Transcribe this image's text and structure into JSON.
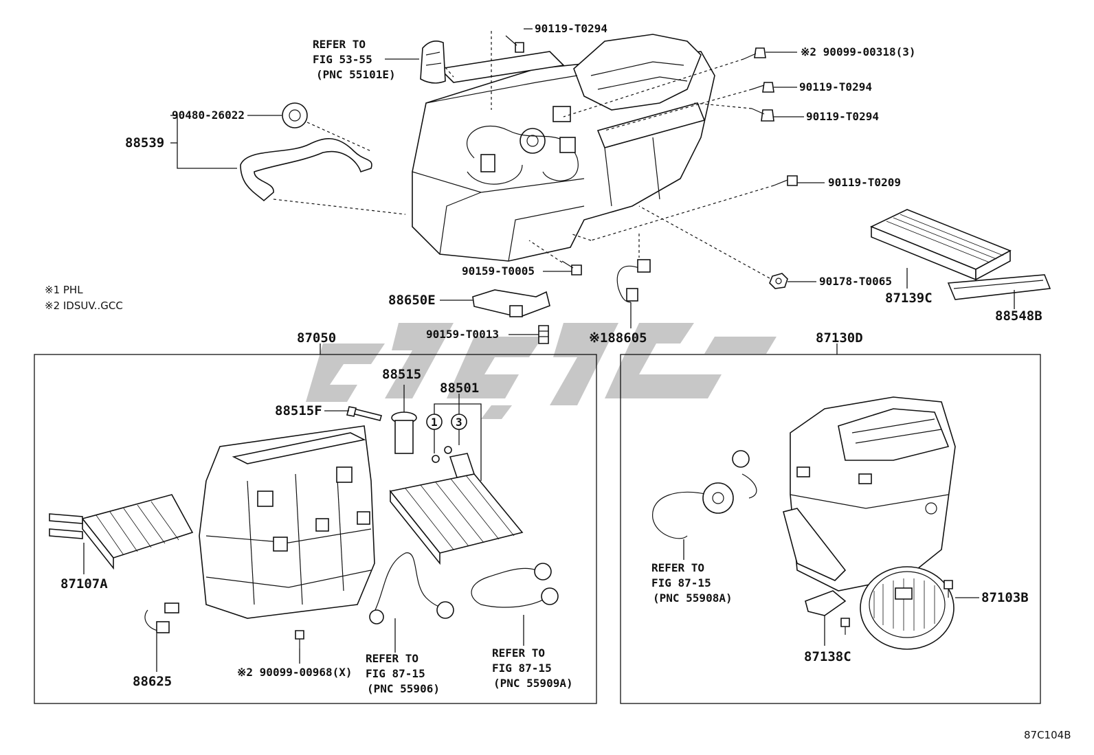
{
  "diagram_id": "87C104B",
  "notes": [
    "※1 PHL",
    "※2 IDSUV..GCC"
  ],
  "top_labels": {
    "refer_53": [
      "REFER TO",
      "FIG 53-55",
      "(PNC 55101E)"
    ],
    "p_90119_T0294_a": "90119-T0294",
    "p_90099_00318": "※2 90099-00318(3)",
    "p_90119_T0294_b": "90119-T0294",
    "p_90119_T0294_c": "90119-T0294",
    "p_90119_T0209": "90119-T0209",
    "p_90480_26022": "90480-26022",
    "p_88539": "88539",
    "p_90159_T0005": "90159-T0005",
    "p_90178_T0065": "90178-T0065",
    "p_87139C": "87139C",
    "p_88548B": "88548B",
    "p_88650E": "88650E",
    "p_90159_T0013": "90159-T0013",
    "p_88605": "※188605"
  },
  "box_left": {
    "title": "87050",
    "p_88515": "88515",
    "p_88501": "88501",
    "p_88515F": "88515F",
    "circle_1": "1",
    "circle_3": "3",
    "p_87107A": "87107A",
    "p_88625": "88625",
    "p_90099_00968": "※2 90099-00968(X)",
    "refer_55906": [
      "REFER TO",
      "FIG 87-15",
      "(PNC 55906)"
    ],
    "refer_55909A": [
      "REFER TO",
      "FIG 87-15",
      "(PNC 55909A)"
    ]
  },
  "box_right": {
    "title": "87130D",
    "refer_55908A": [
      "REFER TO",
      "FIG 87-15",
      "(PNC 55908A)"
    ],
    "p_87103B": "87103B",
    "p_87138C": "87138C"
  }
}
